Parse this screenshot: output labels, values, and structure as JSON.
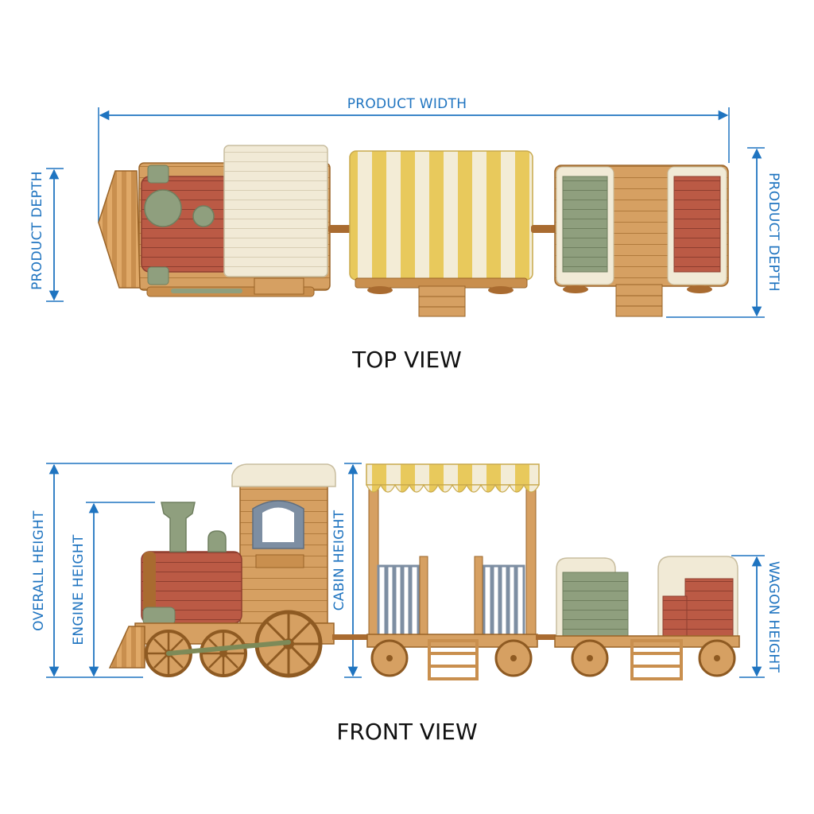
{
  "colors": {
    "dimension": "#1f74c0",
    "wood": "#d39b58",
    "wood_dark": "#9a6428",
    "wood_light": "#e6b978",
    "red": "#bb5a45",
    "sage": "#8f9f7e",
    "cream": "#f1ead6",
    "stripe_yellow": "#e8c95c",
    "blue_gray": "#7d8ea2",
    "olive": "#7d8a58",
    "text": "#111111"
  },
  "top_view": {
    "title": "TOP VIEW",
    "width_label": "PRODUCT WIDTH",
    "depth_left_label": "PRODUCT DEPTH",
    "depth_right_label": "PRODUCT DEPTH"
  },
  "front_view": {
    "title": "FRONT VIEW",
    "overall_height_label": "OVERALL HEIGHT",
    "engine_height_label": "ENGINE HEIGHT",
    "cabin_height_label": "CABIN HEIGHT",
    "wagon_height_label": "WAGON HEIGHT"
  }
}
